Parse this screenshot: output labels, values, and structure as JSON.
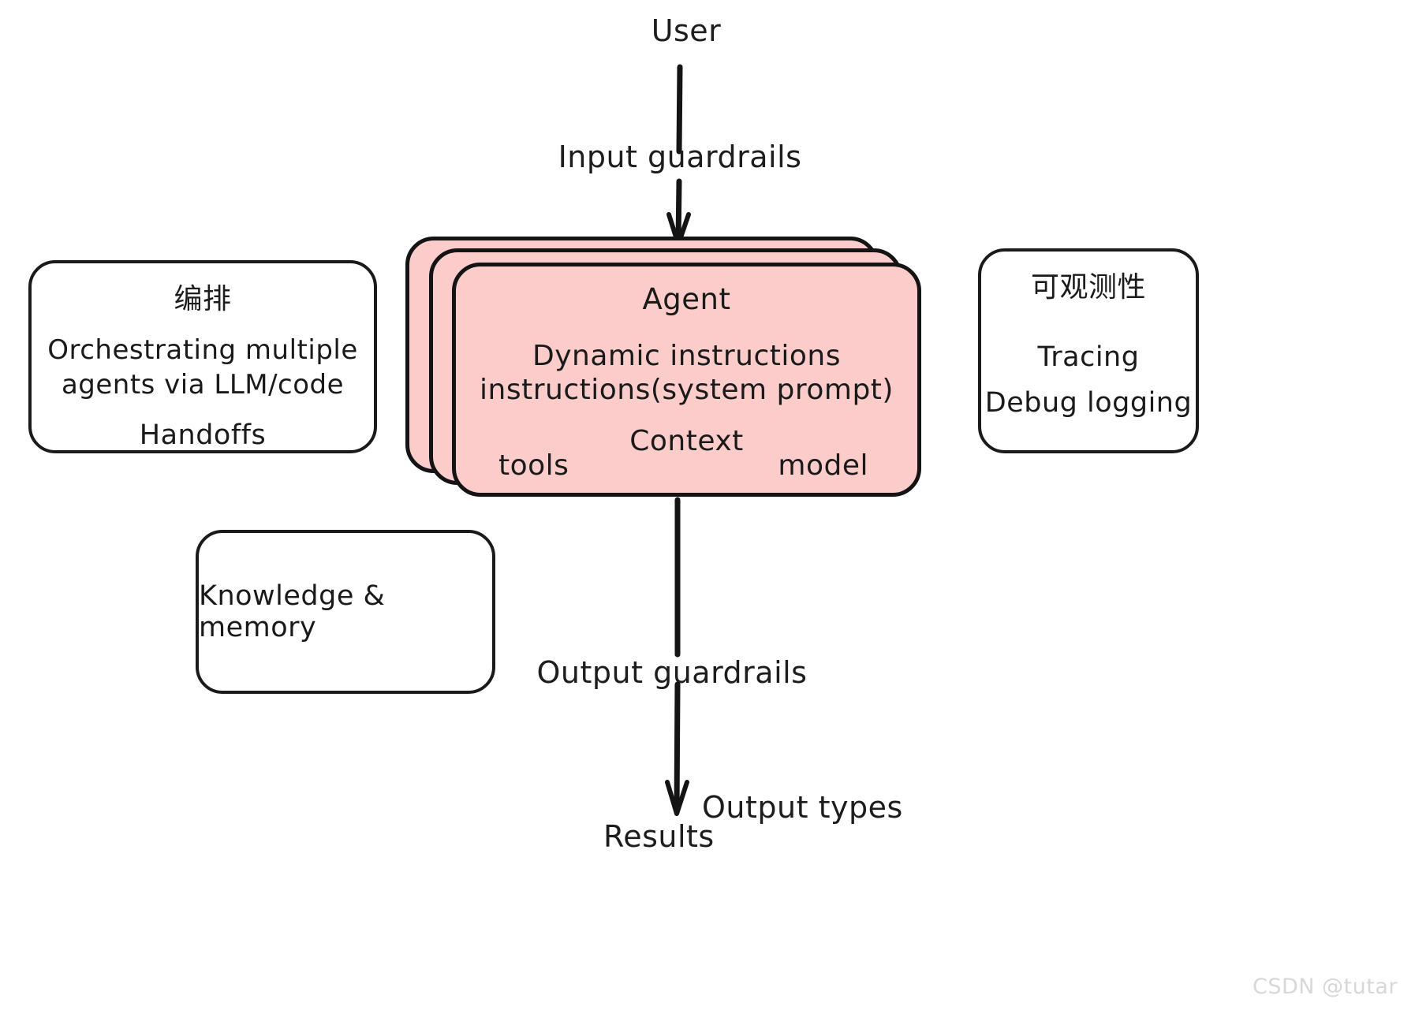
{
  "diagram": {
    "title_flow": {
      "user_label": "User",
      "input_guardrails_label": "Input guardrails",
      "output_guardrails_label": "Output guardrails",
      "output_types_label": "Output types",
      "results_label": "Results"
    },
    "agent_box": {
      "title": "Agent",
      "line_dynamic": "Dynamic instructions",
      "line_instructions": "instructions(system prompt)",
      "line_context": "Context",
      "label_tools": "tools",
      "label_model": "model",
      "fill_color": "#fbccc9",
      "stroke_color": "#141414",
      "stack_count": 3
    },
    "orchestration_box": {
      "heading": "编排",
      "line1": "Orchestrating multiple",
      "line2": "agents via LLM/code",
      "line3": "Handoffs",
      "fill_color": "#ffffff",
      "stroke_color": "#1a1a1a"
    },
    "observability_box": {
      "heading": "可观测性",
      "line1": "Tracing",
      "line2": "Debug logging",
      "fill_color": "#ffffff",
      "stroke_color": "#1a1a1a"
    },
    "knowledge_box": {
      "line1": "Knowledge & memory",
      "fill_color": "#ffffff",
      "stroke_color": "#1a1a1a"
    },
    "watermark": "CSDN @tutar"
  }
}
